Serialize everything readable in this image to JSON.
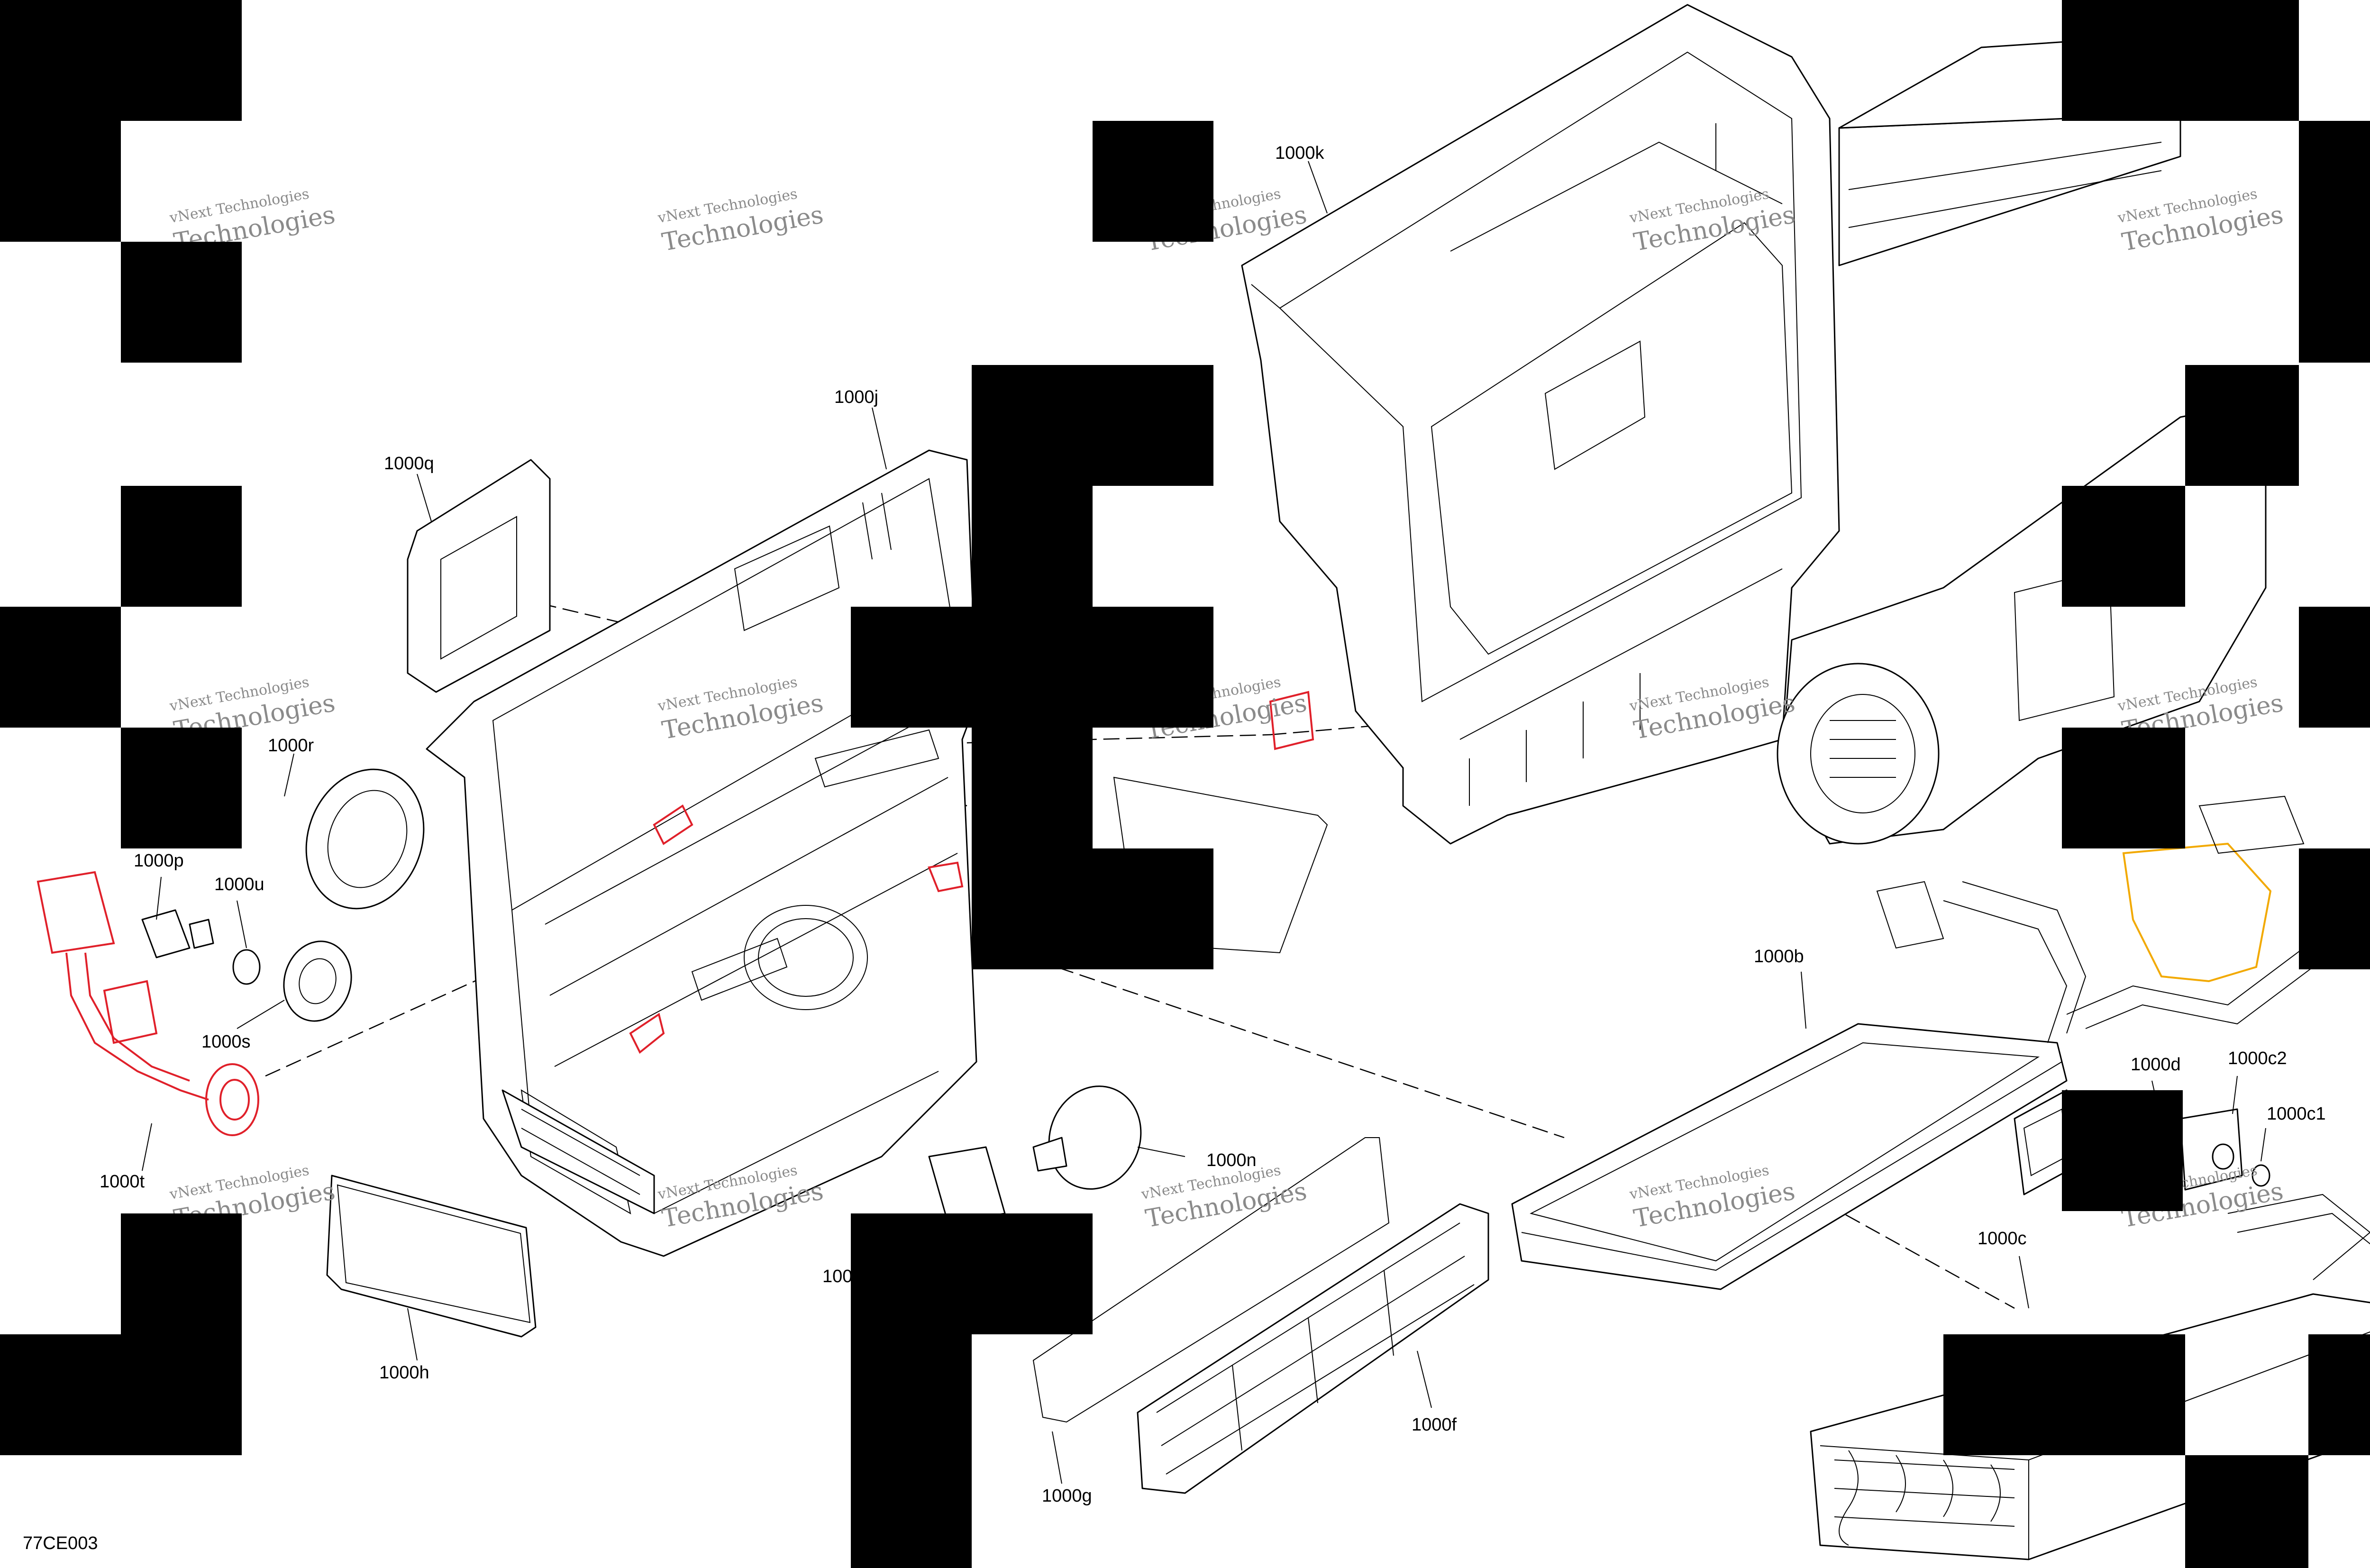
{
  "drawing_code": "77CE003",
  "watermark": {
    "line1": "vNext Technologies",
    "line2": "Technologies"
  },
  "parts": [
    {
      "id": "1000k"
    },
    {
      "id": "1000j"
    },
    {
      "id": "1000q"
    },
    {
      "id": "1000r"
    },
    {
      "id": "1000p"
    },
    {
      "id": "1000u"
    },
    {
      "id": "1000s"
    },
    {
      "id": "1000t"
    },
    {
      "id": "1000n"
    },
    {
      "id": "1000h"
    },
    {
      "id": "1000g"
    },
    {
      "id": "1000f"
    },
    {
      "id": "1000b"
    },
    {
      "id": "1000d"
    },
    {
      "id": "1000c2"
    },
    {
      "id": "1000c1"
    },
    {
      "id": "1000c"
    },
    {
      "id": "100",
      "note": "partially hidden label"
    }
  ],
  "colors": {
    "line": "#000000",
    "highlight_red": "#e0202a",
    "highlight_orange": "#f2a900",
    "watermark": "#8a8a8a",
    "background": "#ffffff"
  }
}
